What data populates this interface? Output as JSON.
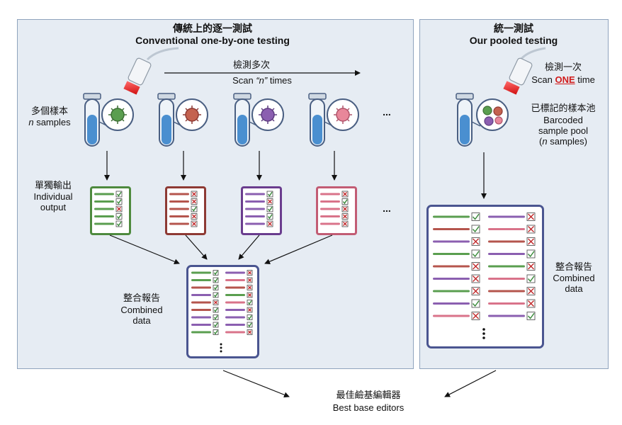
{
  "left_panel": {
    "title_zh": "傳統上的逐一測試",
    "title_en": "Conventional one-by-one testing",
    "scan_zh": "檢測多次",
    "scan_en_prefix": "Scan ",
    "scan_en_n": "“n”",
    "scan_en_suffix": " times",
    "samples_zh": "多個樣本",
    "samples_n": "n",
    "samples_en": " samples",
    "output_zh": "單獨輸出",
    "output_en": "Individual output",
    "combined_zh": "整合報告",
    "combined_en_1": "Combined",
    "combined_en_2": "data",
    "ellipsis": "..."
  },
  "right_panel": {
    "title_zh": "統一測試",
    "title_en": "Our pooled testing",
    "scan_zh": "檢測一次",
    "scan_en_prefix": "Scan ",
    "scan_en_one": "ONE",
    "scan_en_suffix": " time",
    "pool_zh": "已標記的樣本池",
    "pool_en_1": "Barcoded",
    "pool_en_2": "sample pool",
    "pool_en_3_open": "(",
    "pool_en_3_n": "n",
    "pool_en_3_close": " samples)",
    "combined_zh": "整合報告",
    "combined_en_1": "Combined",
    "combined_en_2": "data"
  },
  "result": {
    "zh": "最佳鹼基編輯器",
    "en": "Best base editors"
  },
  "colors": {
    "green": "#5a9e4f",
    "red": "#b5554d",
    "purple": "#8b5fb0",
    "pink": "#d9738a",
    "tube": "#4a8fd0",
    "tube_outline": "#4a5f82",
    "panel_bg": "#e6ecf3",
    "combined_border": "#4a5590",
    "check_green": "#3a8a3a",
    "cross_red": "#c0282a"
  },
  "icons": {
    "scanner": "scanner-icon",
    "tube": "test-tube-icon",
    "virus": "virus-icon",
    "check": "checkmark-icon",
    "cross": "cross-icon"
  }
}
